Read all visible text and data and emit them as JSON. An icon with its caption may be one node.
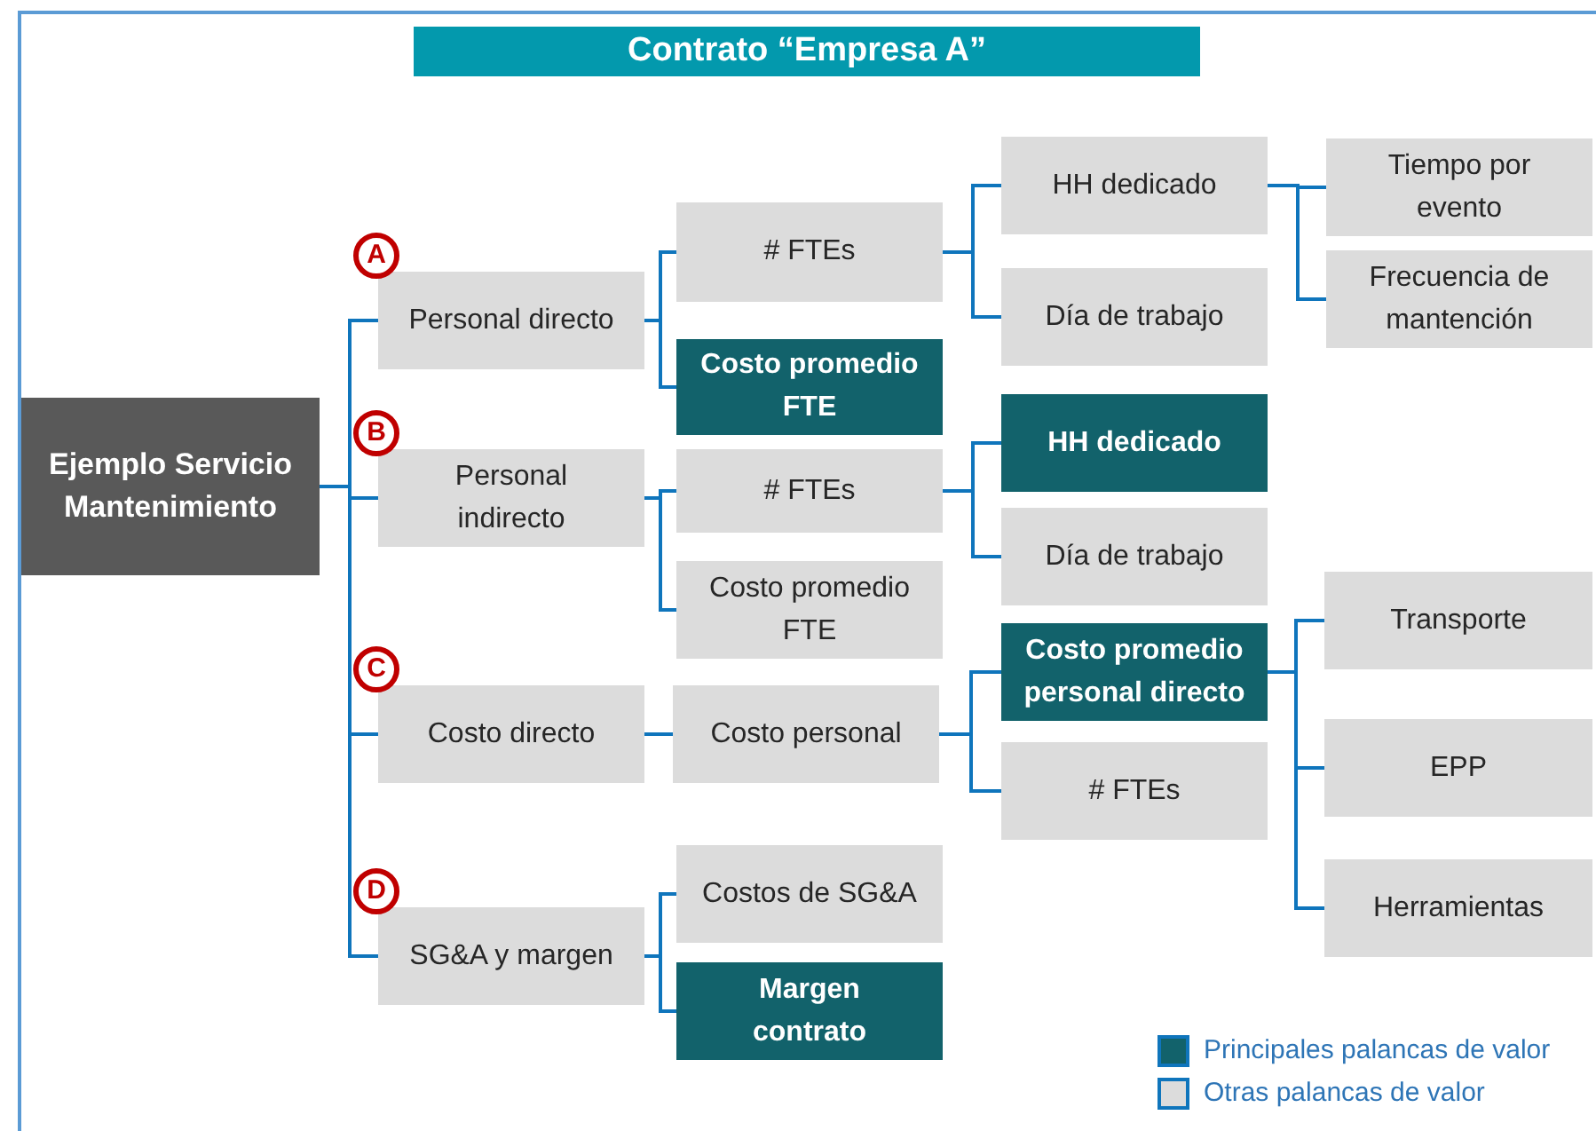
{
  "diagram": {
    "title": "Contrato “Empresa A”",
    "nodes": [
      {
        "text": [
          "Ejemplo Servicio Mantenimiento"
        ]
      },
      {
        "text": [
          "Personal directo"
        ],
        "beside": [
          "A"
        ]
      },
      {
        "text": [
          "# FTEs"
        ]
      },
      {
        "text": [
          "Costo promedio FTE"
        ]
      },
      {
        "text": [
          "HH dedicado"
        ]
      },
      {
        "text": [
          "Día de trabajo"
        ]
      },
      {
        "text": [
          "Tiempo por evento"
        ]
      },
      {
        "text": [
          "Frecuencia de mantención"
        ]
      },
      {
        "text": [
          "Personal indirecto"
        ],
        "beside": [
          "B"
        ]
      },
      {
        "text": [
          "# FTEs"
        ]
      },
      {
        "text": [
          "Costo promedio FTE"
        ]
      },
      {
        "text": [
          "HH dedicado"
        ]
      },
      {
        "text": [
          "Día de trabajo"
        ]
      },
      {
        "text": [
          "Costo directo"
        ],
        "beside": [
          "C"
        ]
      },
      {
        "text": [
          "Costo personal"
        ]
      },
      {
        "text": [
          "Costo promedio personal directo"
        ]
      },
      {
        "text": [
          "# FTEs"
        ]
      },
      {
        "text": [
          "Transporte"
        ]
      },
      {
        "text": [
          "EPP"
        ]
      },
      {
        "text": [
          "Herramientas"
        ]
      },
      {
        "text": [
          "SG&A y margen"
        ],
        "beside": [
          "D"
        ]
      },
      {
        "text": [
          "Costos de SG&A"
        ]
      },
      {
        "text": [
          "Margen contrato"
        ]
      }
    ],
    "edges": [
      {
        "from": 0,
        "to": 1,
        "arrow": "none"
      },
      {
        "from": 0,
        "to": 8,
        "arrow": "none"
      },
      {
        "from": 0,
        "to": 13,
        "arrow": "none"
      },
      {
        "from": 0,
        "to": 20,
        "arrow": "none"
      },
      {
        "from": 1,
        "to": 2,
        "arrow": "none"
      },
      {
        "from": 1,
        "to": 3,
        "arrow": "none"
      },
      {
        "from": 2,
        "to": 4,
        "arrow": "none"
      },
      {
        "from": 2,
        "to": 5,
        "arrow": "none"
      },
      {
        "from": 4,
        "to": 6,
        "arrow": "none"
      },
      {
        "from": 4,
        "to": 7,
        "arrow": "none"
      },
      {
        "from": 8,
        "to": 9,
        "arrow": "none"
      },
      {
        "from": 8,
        "to": 10,
        "arrow": "none"
      },
      {
        "from": 9,
        "to": 11,
        "arrow": "none"
      },
      {
        "from": 9,
        "to": 12,
        "arrow": "none"
      },
      {
        "from": 13,
        "to": 14,
        "arrow": "none"
      },
      {
        "from": 14,
        "to": 15,
        "arrow": "none"
      },
      {
        "from": 14,
        "to": 16,
        "arrow": "none"
      },
      {
        "from": 15,
        "to": 17,
        "arrow": "none"
      },
      {
        "from": 15,
        "to": 18,
        "arrow": "none"
      },
      {
        "from": 15,
        "to": 19,
        "arrow": "none"
      },
      {
        "from": 20,
        "to": 21,
        "arrow": "none"
      },
      {
        "from": 20,
        "to": 22,
        "arrow": "none"
      }
    ],
    "legend": [
      {
        "text": "Principales palancas de valor",
        "color": "#12626b"
      },
      {
        "text": "Otras palancas de valor",
        "color": "#dcdcdc"
      }
    ]
  }
}
